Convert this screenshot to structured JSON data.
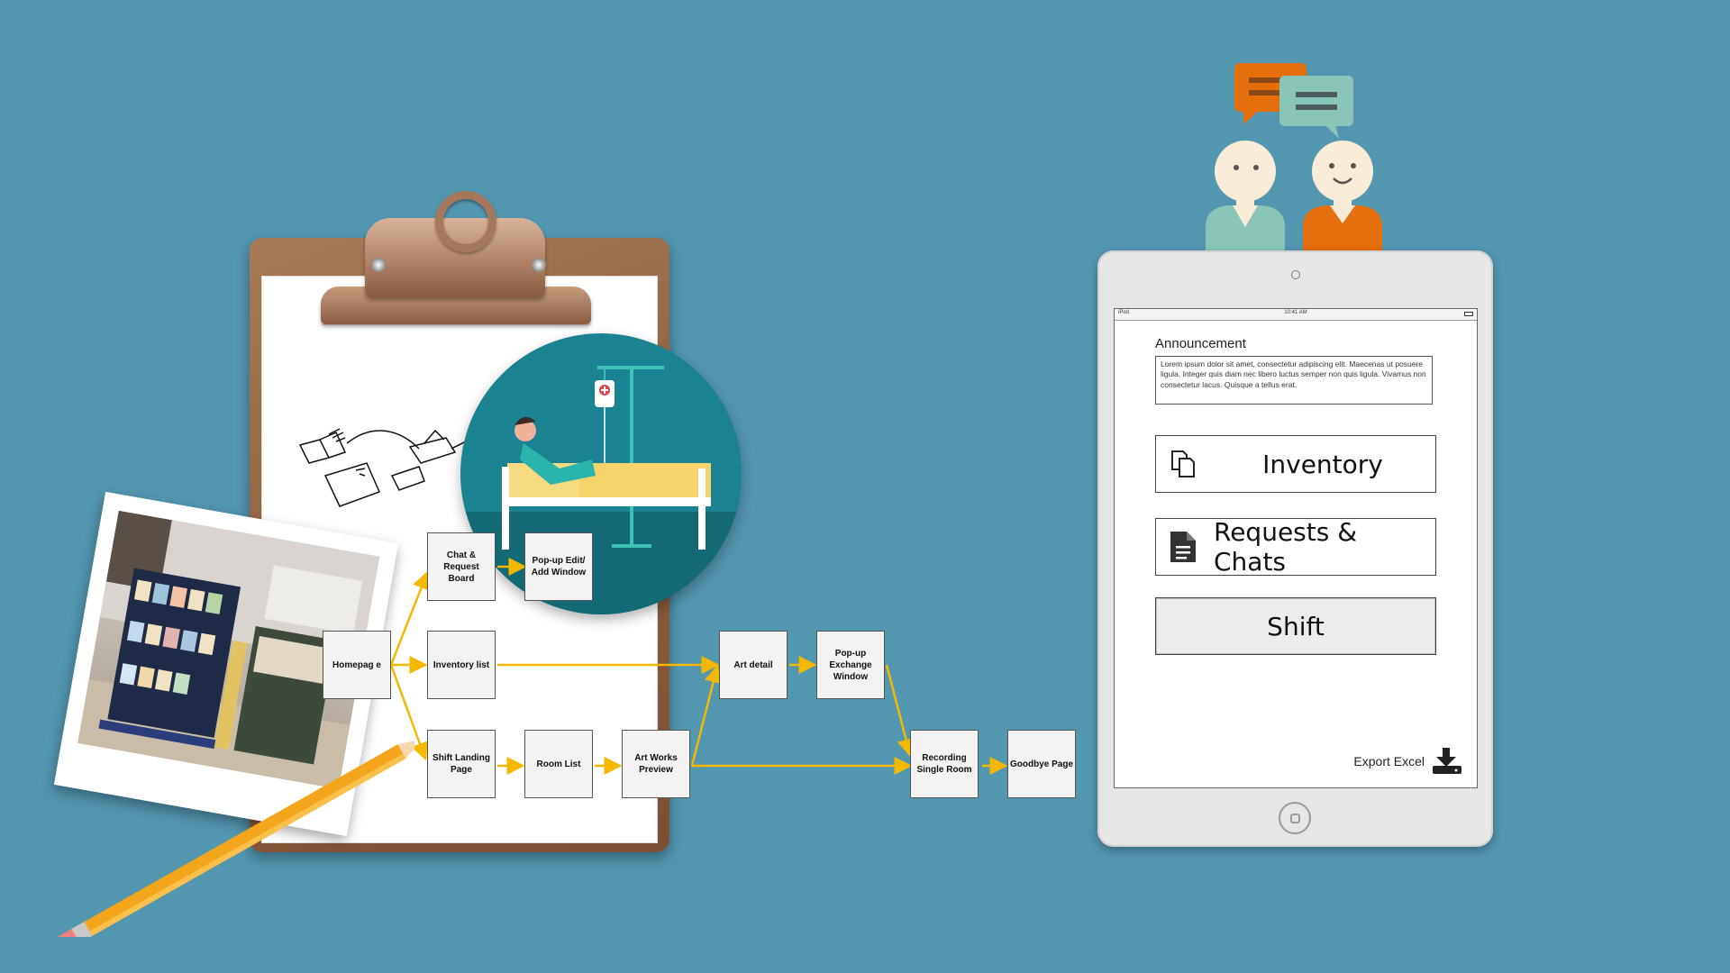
{
  "flow": {
    "nodes": [
      {
        "id": "chat",
        "label": "Chat & Request Board"
      },
      {
        "id": "popup_edit",
        "label": "Pop-up Edit/ Add Window"
      },
      {
        "id": "homepage",
        "label": "Homepag e"
      },
      {
        "id": "inventory",
        "label": "Inventory list"
      },
      {
        "id": "shift",
        "label": "Shift Landing Page"
      },
      {
        "id": "room_list",
        "label": "Room List"
      },
      {
        "id": "art_preview",
        "label": "Art Works Preview"
      },
      {
        "id": "art_detail",
        "label": "Art detail"
      },
      {
        "id": "popup_exchange",
        "label": "Pop-up Exchange Window"
      },
      {
        "id": "recording",
        "label": "Recording Single Room"
      },
      {
        "id": "goodbye",
        "label": "Goodbye Page"
      }
    ],
    "edges": [
      [
        "homepage",
        "chat"
      ],
      [
        "chat",
        "popup_edit"
      ],
      [
        "homepage",
        "inventory"
      ],
      [
        "homepage",
        "shift"
      ],
      [
        "inventory",
        "art_detail"
      ],
      [
        "shift",
        "room_list"
      ],
      [
        "room_list",
        "art_preview"
      ],
      [
        "art_preview",
        "art_detail"
      ],
      [
        "art_preview",
        "recording"
      ],
      [
        "art_detail",
        "popup_exchange"
      ],
      [
        "popup_exchange",
        "recording"
      ],
      [
        "recording",
        "goodbye"
      ]
    ],
    "arrow_color": "#f5b800"
  },
  "tablet": {
    "status": {
      "left": "iPod",
      "time": "10:41 AM"
    },
    "announcement": {
      "title": "Announcement",
      "body": "Lorem ipsum dolor sit amet, consectetur adipiscing elit. Maecenas ut posuere ligula. Integer quis diam nec libero luctus semper non quis ligula. Vivamus non consectetur lacus. Quisque a tellus erat."
    },
    "menu": {
      "inventory": "Inventory",
      "requests": "Requests & Chats",
      "shift": "Shift"
    },
    "export_label": "Export Excel"
  },
  "colors": {
    "background": "#5296b0",
    "circle": "#1a8290",
    "chat_orange": "#e56f0c",
    "chat_teal": "#8ac6b8"
  }
}
